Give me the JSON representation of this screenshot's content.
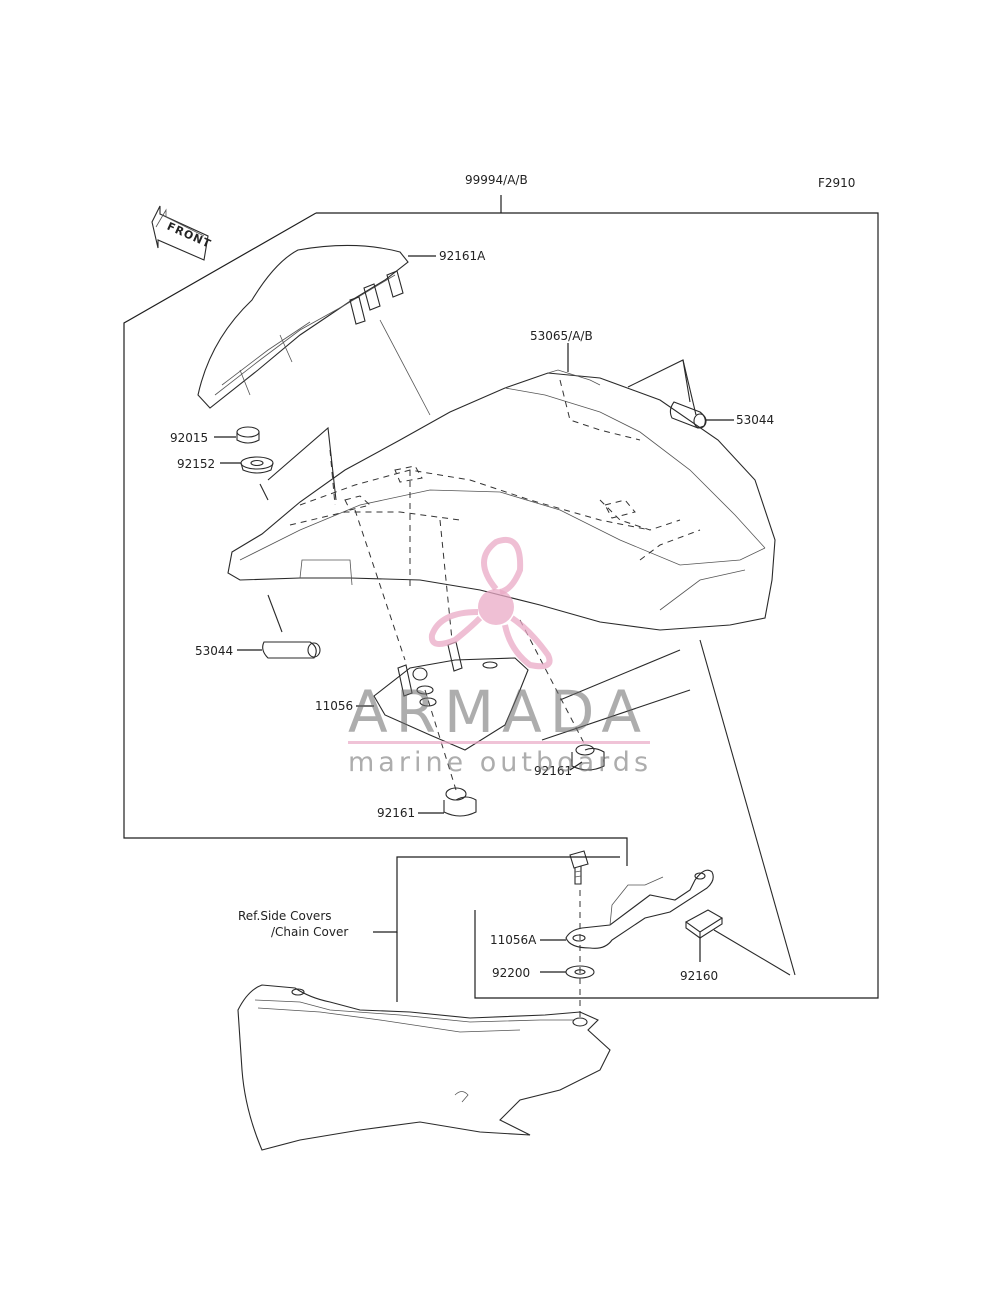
{
  "figure_code": "F2910",
  "front_marker": "FRONT",
  "labels": {
    "assembly": "99994/A/B",
    "seat_cover": "53065/A/B",
    "damper_top": "92161A",
    "nut": "92015",
    "collar": "92152",
    "clip_right": "53044",
    "clip_left": "53044",
    "plate": "11056",
    "damper_right": "92161",
    "damper_bottom": "92161",
    "bolt_bracket": "11056A",
    "washer": "92200",
    "pad": "92160",
    "ref_line1": "Ref.Side Covers",
    "ref_line2": "/Chain Cover"
  },
  "watermark": {
    "brand": "ARMADA",
    "tagline": "marine outboards",
    "logo_color": "#e9a9c6",
    "line_color": "#e9a9c6"
  },
  "colors": {
    "line": "#1e1e1e",
    "background": "#ffffff"
  }
}
